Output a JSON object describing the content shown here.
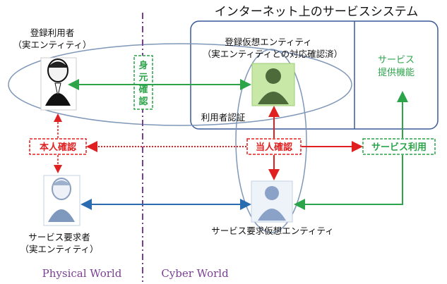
{
  "title": "インターネット上のサービスシステム",
  "registered_user": {
    "line1": "登録利用者",
    "line2": "（実エンティティ）"
  },
  "registered_virtual_entity": {
    "line1": "登録仮想エンティティ",
    "line2": "（実エンティティとの対応確認済）"
  },
  "service_function": {
    "line1": "サービス",
    "line2": "提供機能"
  },
  "identity_check_label": {
    "line1": "身",
    "line2": "元",
    "line3": "確",
    "line4": "認"
  },
  "user_authentication": "利用者認証",
  "self_check": "本人確認",
  "party_check": "当人確認",
  "service_use": "サービス利用",
  "requesting_user": {
    "line1": "サービス要求者",
    "line2": "（実エンティティ）"
  },
  "requesting_virtual_entity": "サービス要求仮想エンティティ",
  "world_labels": {
    "physical": "Physical World",
    "cyber": "Cyber World"
  },
  "colors": {
    "green": "#2ca44a",
    "red": "#e02020",
    "blue": "#2b6cb0",
    "purple": "#7a3f93",
    "frame": "#3a5a99"
  }
}
